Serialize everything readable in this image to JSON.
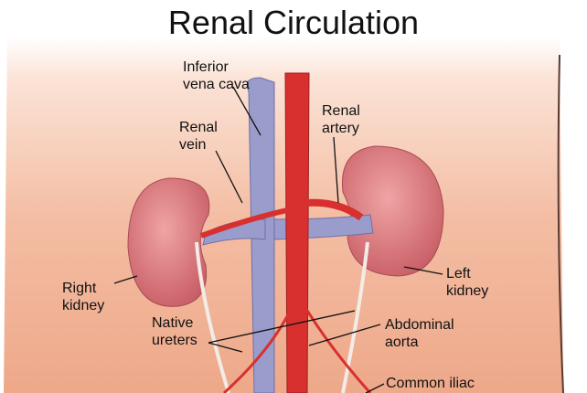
{
  "title": "Renal Circulation",
  "labels": {
    "ivc_1": "Inferior",
    "ivc_2": "vena cava",
    "renal_vein_1": "Renal",
    "renal_vein_2": "vein",
    "renal_artery_1": "Renal",
    "renal_artery_2": "artery",
    "right_kidney_1": "Right",
    "right_kidney_2": "kidney",
    "left_kidney_1": "Left",
    "left_kidney_2": "kidney",
    "ureters_1": "Native",
    "ureters_2": "ureters",
    "aorta_1": "Abdominal",
    "aorta_2": "aorta",
    "iliac": "Common iliac"
  },
  "colors": {
    "skin": "#f2b59a",
    "kidney": "#d9767a",
    "vein": "#9a9ccc",
    "artery": "#d8302f"
  }
}
